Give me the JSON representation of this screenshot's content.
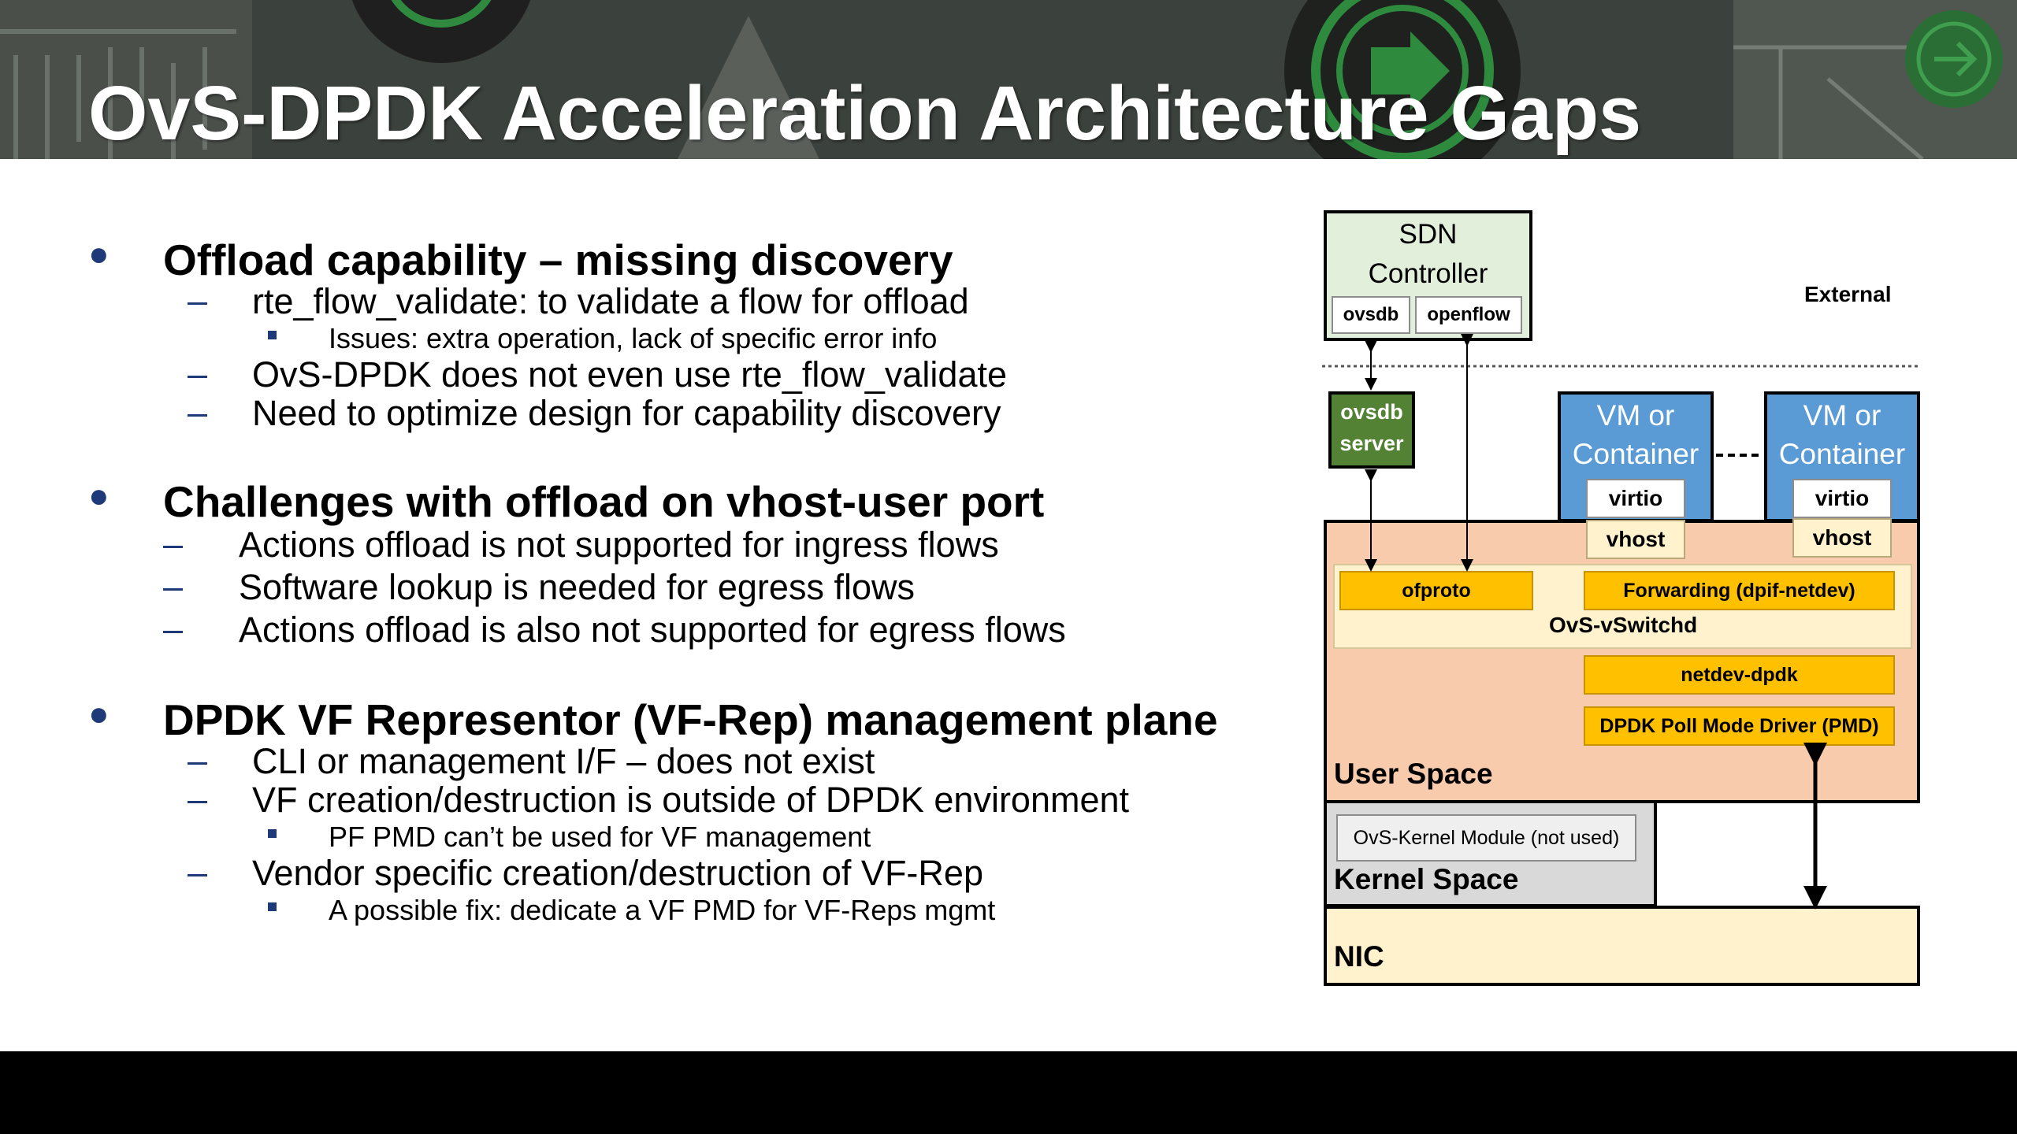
{
  "slide": {
    "title": "OvS-DPDK Acceleration Architecture Gaps",
    "sections": [
      {
        "heading": "Offload capability – missing discovery",
        "items": [
          {
            "text": "rte_flow_validate: to validate a flow for offload",
            "subitems": [
              "Issues: extra operation, lack of specific error info"
            ]
          },
          {
            "text": "OvS-DPDK does not even use rte_flow_validate",
            "subitems": []
          },
          {
            "text": "Need to optimize design for capability discovery",
            "subitems": []
          }
        ]
      },
      {
        "heading": "Challenges with offload on vhost-user port",
        "items": [
          {
            "text": "Actions offload is not supported for ingress flows",
            "subitems": []
          },
          {
            "text": "Software lookup is needed for egress flows",
            "subitems": []
          },
          {
            "text": "Actions offload is also not supported for egress flows",
            "subitems": []
          }
        ]
      },
      {
        "heading": "DPDK VF Representor (VF-Rep) management plane",
        "items": [
          {
            "text": "CLI or management I/F – does not exist",
            "subitems": []
          },
          {
            "text": "VF creation/destruction is outside of DPDK environment",
            "subitems": [
              "PF PMD can’t be used for VF management"
            ]
          },
          {
            "text": "Vendor specific creation/destruction of VF-Rep",
            "subitems": [
              "A possible fix: dedicate a VF PMD for VF-Reps mgmt"
            ]
          }
        ]
      }
    ]
  },
  "diagram": {
    "sdn_controller": {
      "line1": "SDN",
      "line2": "Controller",
      "port_left": "ovsdb",
      "port_right": "openflow"
    },
    "external_label": "External",
    "ovsdb_server": {
      "line1": "ovsdb",
      "line2": "server"
    },
    "vm1": {
      "line1": "VM or",
      "line2": "Container",
      "virtio": "virtio",
      "vhost": "vhost"
    },
    "vm2": {
      "line1": "VM or",
      "line2": "Container",
      "virtio": "virtio",
      "vhost": "vhost"
    },
    "ofproto": "ofproto",
    "forwarding": "Forwarding (dpif-netdev)",
    "vswitchd": "OvS-vSwitchd",
    "netdev_dpdk": "netdev-dpdk",
    "pmd": "DPDK Poll Mode Driver (PMD)",
    "user_space": "User Space",
    "kernel_module": "OvS-Kernel Module (not used)",
    "kernel_space": "Kernel Space",
    "nic": "NIC",
    "colors": {
      "sdn_fill": "#e2efda",
      "ovsdb_server_fill": "#548235",
      "vm_fill": "#5b9bd5",
      "user_space_fill": "#f8cbad",
      "vswitchd_fill": "#fff2cc",
      "component_fill": "#ffc000",
      "kernel_fill": "#d9d9d9",
      "nic_fill": "#fff2cc"
    }
  }
}
